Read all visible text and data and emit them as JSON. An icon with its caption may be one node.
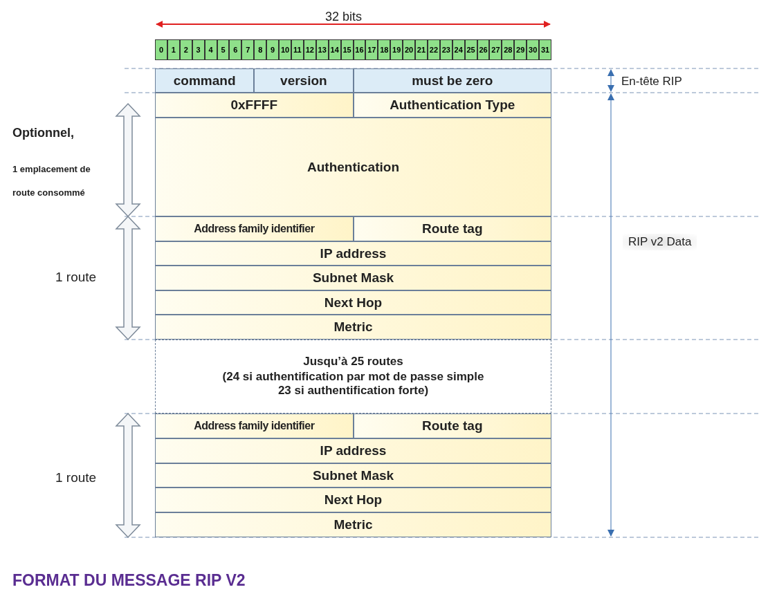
{
  "diagram": {
    "caption": "FORMAT DU MESSAGE RIP V2",
    "nodes": [
      {
        "text": [
          "command"
        ]
      },
      {
        "text": [
          "version"
        ]
      },
      {
        "text": [
          "must be zero"
        ]
      },
      {
        "text": [
          "0xFFFF"
        ]
      },
      {
        "text": [
          "Authentication Type"
        ]
      },
      {
        "text": [
          "Authentication"
        ]
      },
      {
        "text": [
          "Address family identifier"
        ]
      },
      {
        "text": [
          "Route tag"
        ]
      },
      {
        "text": [
          "IP address"
        ]
      },
      {
        "text": [
          "Subnet Mask"
        ]
      },
      {
        "text": [
          "Next Hop"
        ]
      },
      {
        "text": [
          "Metric"
        ]
      },
      {
        "text": [
          "Jusqu’à 25 routes",
          "(24 si authentification par mot de passe simple 23 si authentification forte)"
        ]
      },
      {
        "text": [
          "Address family identifier"
        ]
      },
      {
        "text": [
          "Route tag"
        ]
      },
      {
        "text": [
          "IP address"
        ]
      },
      {
        "text": [
          "Subnet Mask"
        ]
      },
      {
        "text": [
          "Next Hop"
        ]
      },
      {
        "text": [
          "Metric"
        ]
      }
    ],
    "labels": [
      "32 bits",
      "0",
      "1",
      "2",
      "3",
      "4",
      "5",
      "6",
      "7",
      "8",
      "9",
      "10",
      "11",
      "12",
      "13",
      "14",
      "15",
      "16",
      "17",
      "18",
      "19",
      "20",
      "21",
      "22",
      "23",
      "24",
      "25",
      "26",
      "27",
      "28",
      "29",
      "30",
      "31",
      "En-tête RIP",
      "Optionnel,",
      "1 emplacement de route consommé",
      "RIP v2 Data",
      "1 route",
      "1 route"
    ]
  }
}
